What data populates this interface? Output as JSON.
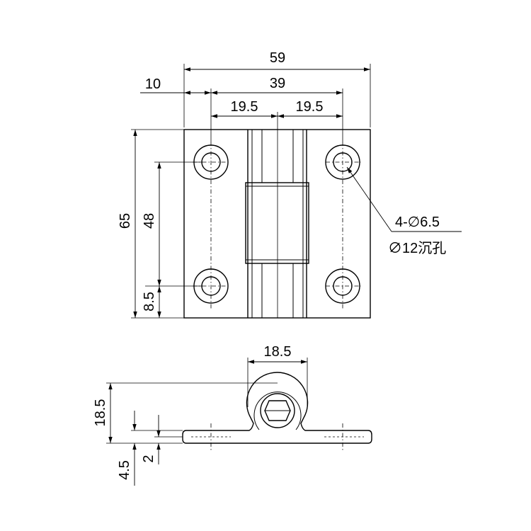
{
  "dimensions": {
    "overall_width": "59",
    "hole_spacing_width": "39",
    "left_offset": "10",
    "half_spacing_left": "19.5",
    "half_spacing_right": "19.5",
    "overall_height": "65",
    "hole_spacing_height": "48",
    "bottom_offset": "8.5",
    "knuckle_width": "18.5",
    "knuckle_height": "18.5",
    "plate_offset": "4.5",
    "plate_thickness": "2"
  },
  "hole_note": {
    "line1": "4-∅6.5",
    "line2": "∅12沉孔"
  }
}
